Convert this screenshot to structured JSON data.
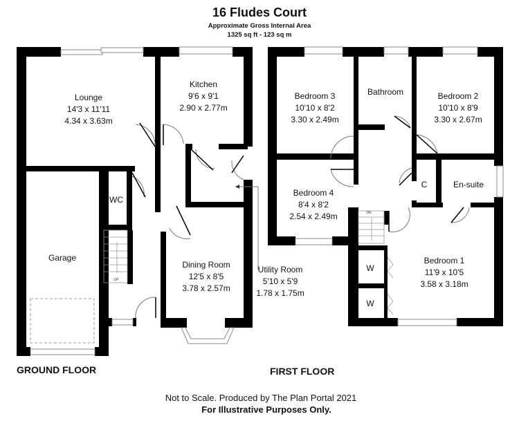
{
  "header": {
    "title": "16 Fludes Court",
    "subtitle": "Approximate Gross Internal Area",
    "area": "1325 sq ft - 123 sq m"
  },
  "ground_floor": {
    "label": "GROUND FLOOR",
    "rooms": [
      {
        "name": "Lounge",
        "imperial": "14'3 x 11'11",
        "metric": "4.34 x 3.63m"
      },
      {
        "name": "Kitchen",
        "imperial": "9'6 x 9'1",
        "metric": "2.90 x 2.77m"
      },
      {
        "name": "WC"
      },
      {
        "name": "Garage"
      },
      {
        "name": "Dining Room",
        "imperial": "12'5 x 8'5",
        "metric": "3.78 x 2.57m"
      },
      {
        "name": "Utility Room",
        "imperial": "5'10 x 5'9",
        "metric": "1.78 x 1.75m"
      }
    ],
    "stairs_label": "UP"
  },
  "first_floor": {
    "label": "FIRST FLOOR",
    "rooms": [
      {
        "name": "Bedroom 3",
        "imperial": "10'10 x 8'2",
        "metric": "3.30 x 2.49m"
      },
      {
        "name": "Bathroom"
      },
      {
        "name": "Bedroom 2",
        "imperial": "10'10 x 8'9",
        "metric": "3.30 x 2.67m"
      },
      {
        "name": "Bedroom 4",
        "imperial": "8'4 x 8'2",
        "metric": "2.54 x 2.49m"
      },
      {
        "name": "C"
      },
      {
        "name": "En-suite"
      },
      {
        "name": "Bedroom 1",
        "imperial": "11'9 x 10'5",
        "metric": "3.58 x 3.18m"
      },
      {
        "name": "W"
      },
      {
        "name": "W"
      }
    ],
    "stairs_label": "DN"
  },
  "footer": {
    "note": "Not to Scale. Produced by The Plan Portal 2021",
    "disclaimer": "For Illustrative Purposes Only."
  }
}
